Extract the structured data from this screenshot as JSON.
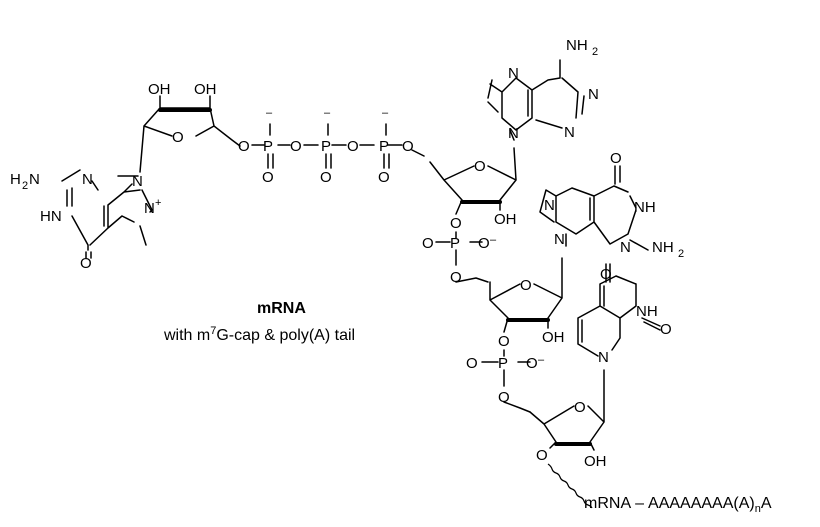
{
  "caption": {
    "title": "mRNA",
    "subtitle_prefix": "with m",
    "subtitle_superscript": "7",
    "subtitle_suffix": "G-cap & poly(A) tail"
  },
  "chain_label": {
    "prefix": "mRNA",
    "separator": "–",
    "sequence": "AAAAAAAA(A)",
    "subscript": "n",
    "suffix": "A"
  },
  "atoms": {
    "oh": "OH",
    "o": "O",
    "p": "P",
    "n": "N",
    "nh": "NH",
    "hn": "HN",
    "nh2": "NH",
    "h2n": "H",
    "h2n_tail": "N",
    "two": "2",
    "plus": "+",
    "minus": "–"
  }
}
